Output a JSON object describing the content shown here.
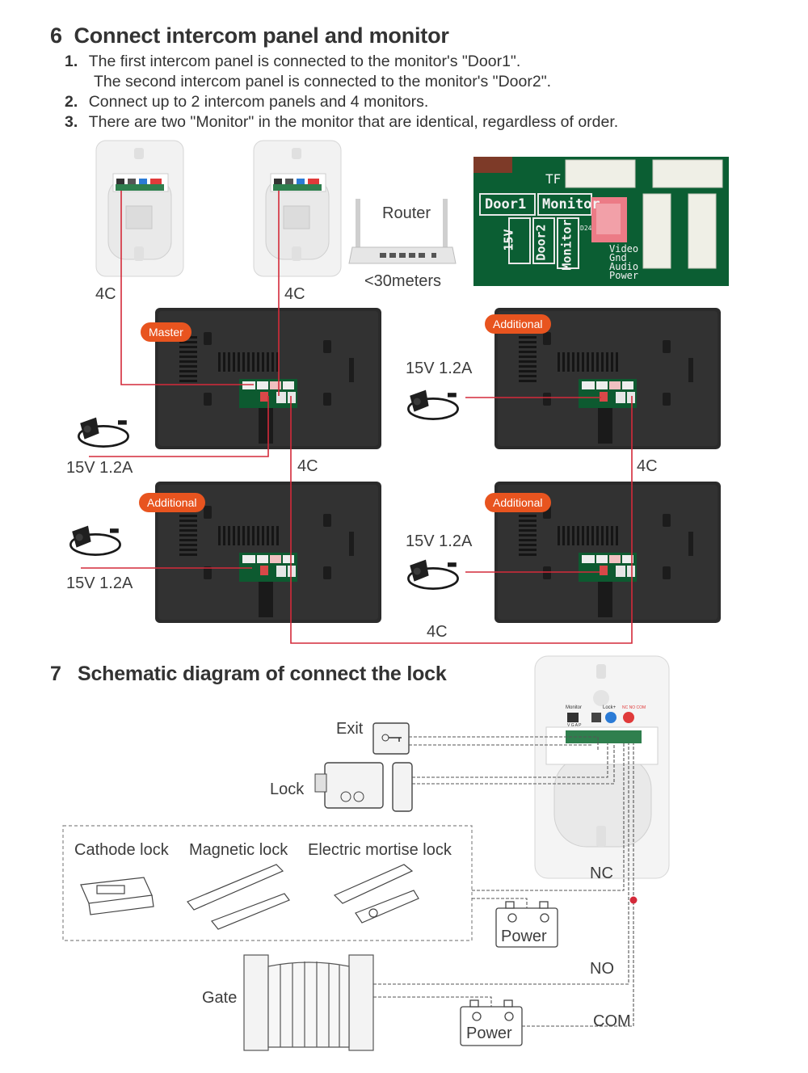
{
  "section6": {
    "number": "6",
    "title": "Connect intercom panel and monitor",
    "steps": [
      {
        "num": "1.",
        "text": "The first intercom panel is connected to the monitor's \"Door1\"."
      },
      {
        "num": "",
        "text": "The second intercom panel is connected to the monitor's \"Door2\"."
      },
      {
        "num": "2.",
        "text": "Connect up to 2 intercom panels and 4 monitors."
      },
      {
        "num": "3.",
        "text": "There are two \"Monitor\" in the monitor that are identical, regardless of order."
      }
    ],
    "router": {
      "label": "Router",
      "distance": "<30meters"
    },
    "pcb": {
      "door1": "Door1",
      "monitor": "Monitor",
      "v15": "15V",
      "door2": "Door2",
      "monitor2": "Monitor",
      "tf": "TF",
      "video": "Video",
      "gnd": "Gnd",
      "audio": "Audio",
      "power": "Power",
      "d24": "D24"
    },
    "wire_4c": "4C",
    "power_spec": "15V 1.2A",
    "master_tag": "Master",
    "additional_tag": "Additional"
  },
  "section7": {
    "number": "7",
    "title": "Schematic diagram of connect the lock",
    "exit": "Exit",
    "lock": "Lock",
    "cathode_lock": "Cathode lock",
    "magnetic_lock": "Magnetic lock",
    "mortise_lock": "Electric mortise lock",
    "nc": "NC",
    "no": "NO",
    "com": "COM",
    "gate": "Gate",
    "power": "Power",
    "panel_labels": {
      "monitor": "Monitor",
      "lock": "Lock+",
      "ncnocom": "NC NO COM",
      "vgap": "V G A P"
    }
  },
  "colors": {
    "accent": "#e8541f",
    "wire": "#d42a3a",
    "monitor_body": "#2b2b2b",
    "pcb_green": "#0b5e33"
  }
}
